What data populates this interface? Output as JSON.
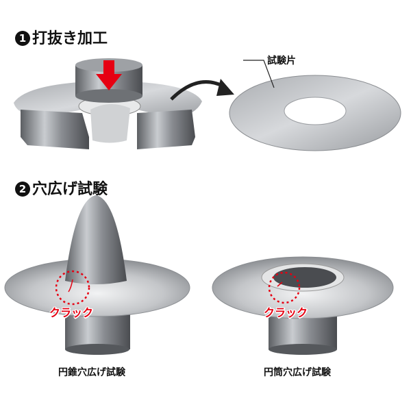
{
  "step1": {
    "number": "1",
    "title": "打抜き加工",
    "specimen_label": "試験片"
  },
  "step2": {
    "number": "2",
    "title": "穴広げ試験"
  },
  "tests": [
    {
      "caption": "円錐穴広げ試験",
      "crack_label": "クラック"
    },
    {
      "caption": "円筒穴広げ試験",
      "crack_label": "クラック"
    }
  ],
  "colors": {
    "arrow": "#e60012",
    "crack": "#e60012"
  }
}
